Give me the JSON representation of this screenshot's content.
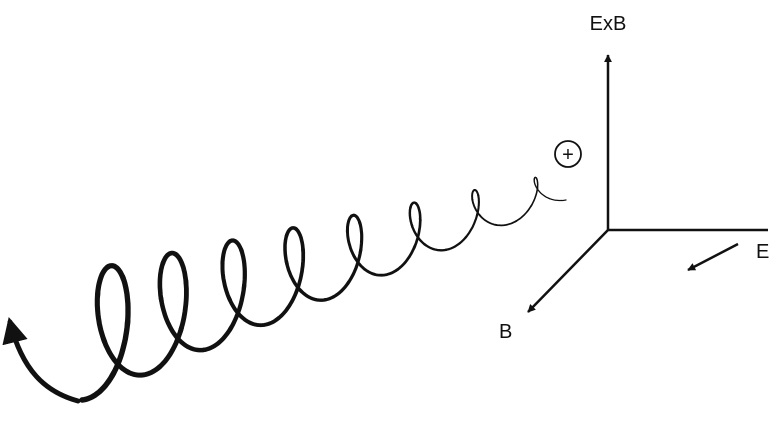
{
  "diagram": {
    "axes": {
      "up_label": "ExB",
      "right_label": "E",
      "diag_label": "B"
    },
    "particle": {
      "symbol": "+"
    },
    "colors": {
      "ink": "#111111",
      "background": "#ffffff"
    }
  }
}
